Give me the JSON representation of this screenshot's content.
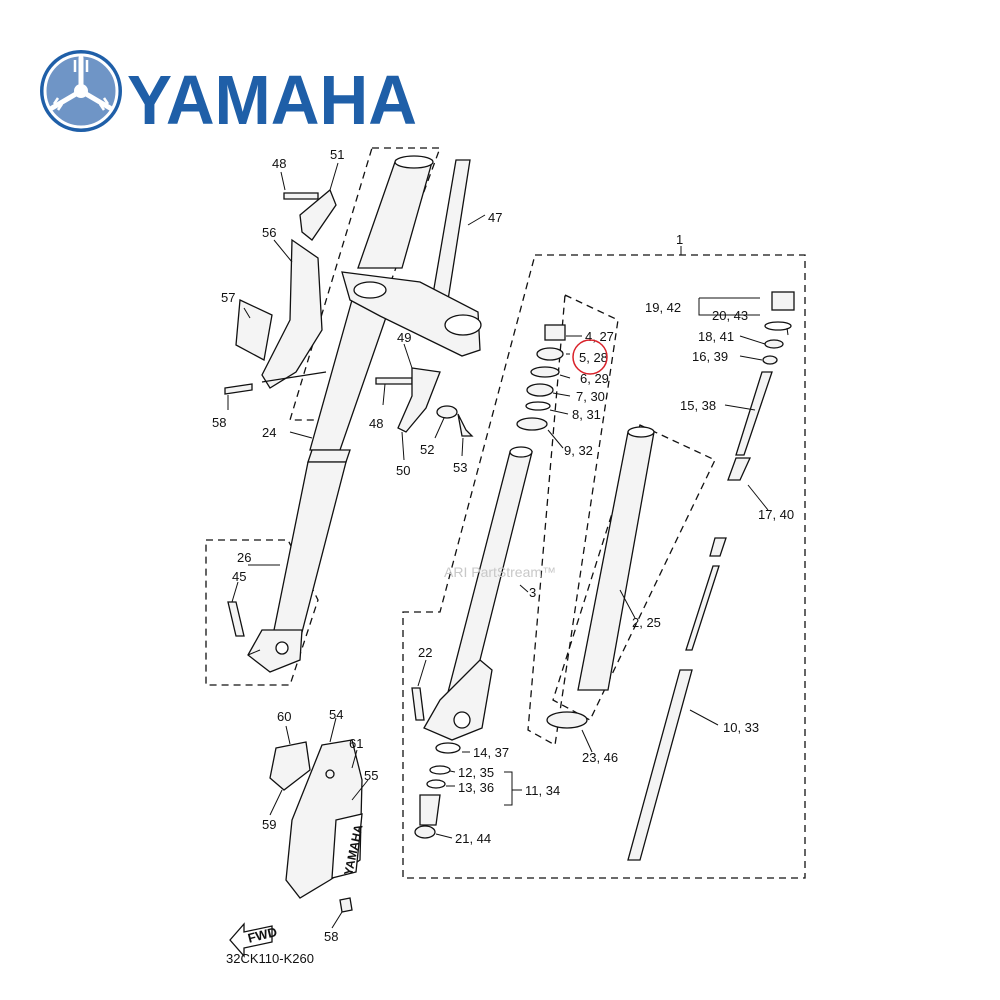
{
  "brand": {
    "name": "YAMAHA"
  },
  "watermark": "ARI PartStream™",
  "diagram_code": "32CK110-K260",
  "fwd_label": "FWD",
  "highlight": {
    "label": "5, 28"
  },
  "callouts": {
    "c1": "1",
    "c3": "3",
    "c4": "4, 27",
    "c5": "5, 28",
    "c6": "6, 29",
    "c7": "7, 30",
    "c8": "8, 31",
    "c9": "9, 32",
    "c10": "10, 33",
    "c11": "11, 34",
    "c12": "12, 35",
    "c13": "13, 36",
    "c14": "14, 37",
    "c15": "15, 38",
    "c16": "16, 39",
    "c17": "17, 40",
    "c18": "18, 41",
    "c19": "19, 42",
    "c20": "20, 43",
    "c21": "21, 44",
    "c22": "22",
    "c23": "23, 46",
    "c2": "2, 25",
    "c24": "24",
    "c26": "26",
    "c45": "45",
    "c47": "47",
    "c48a": "48",
    "c48b": "48",
    "c49": "49",
    "c50": "50",
    "c51": "51",
    "c52": "52",
    "c53": "53",
    "c54": "54",
    "c55": "55",
    "c56": "56",
    "c57": "57",
    "c58a": "58",
    "c58b": "58",
    "c59": "59",
    "c60": "60",
    "c61": "61"
  },
  "colors": {
    "brand_blue": "#1f5fa8",
    "highlight_red": "#d9222a",
    "line": "#111111"
  }
}
